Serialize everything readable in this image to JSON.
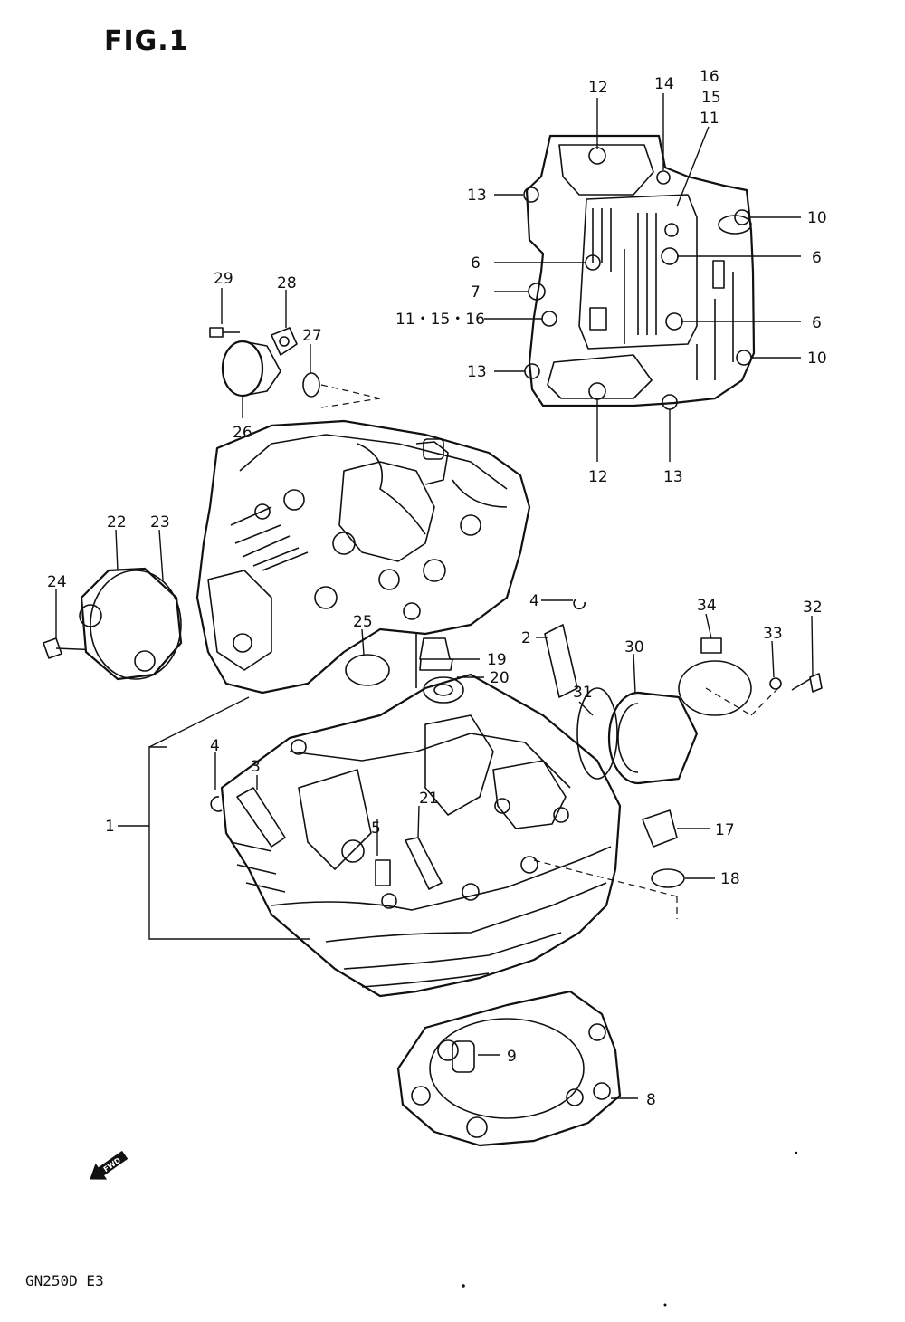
{
  "title": "FIG.1",
  "model": "GN250D  E3",
  "arrow_label": "FWD",
  "callouts": {
    "c1": "1",
    "c2": "2",
    "c3": "3",
    "c4a": "4",
    "c4b": "4",
    "c5": "5",
    "c6a": "6",
    "c6b": "6",
    "c6c": "6",
    "c7": "7",
    "c8": "8",
    "c9": "9",
    "c10a": "10",
    "c10b": "10",
    "c11a": "11",
    "c11_15_16": "11・15・16",
    "c12a": "12",
    "c12b": "12",
    "c13a": "13",
    "c13b": "13",
    "c13c": "13",
    "c14": "14",
    "c15": "15",
    "c16": "16",
    "c17": "17",
    "c18": "18",
    "c19": "19",
    "c20": "20",
    "c21": "21",
    "c22": "22",
    "c23": "23",
    "c24": "24",
    "c25": "25",
    "c26": "26",
    "c27": "27",
    "c28": "28",
    "c29": "29",
    "c30": "30",
    "c31": "31",
    "c32": "32",
    "c33": "33",
    "c34": "34"
  }
}
